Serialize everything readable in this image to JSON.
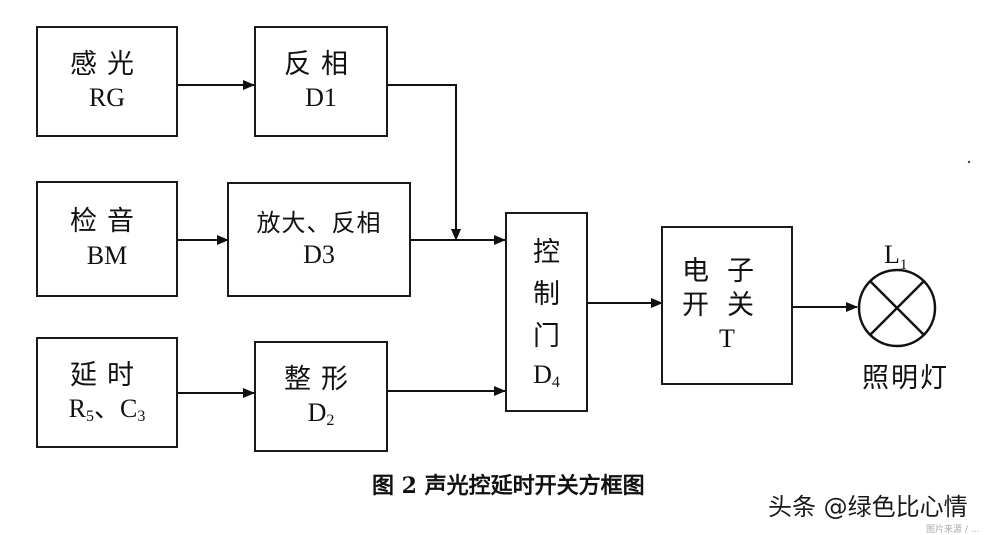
{
  "blocks": {
    "light_sensor": {
      "label": "感光",
      "code": "RG"
    },
    "invert_1": {
      "label": "反相",
      "code": "D1"
    },
    "sound_pickup": {
      "label": "检音",
      "code": "BM"
    },
    "amp_invert": {
      "label": "放大、反相",
      "code": "D3"
    },
    "delay": {
      "label": "延时",
      "code_main": "R",
      "code_sub": "5",
      "code_sep": "、C",
      "code_sub2": "3"
    },
    "shaper": {
      "label": "整形",
      "code_main": "D",
      "code_sub": "2"
    },
    "control_gate": {
      "char1": "控",
      "char2": "制",
      "char3": "门",
      "code_main": "D",
      "code_sub": "4"
    },
    "electronic_switch": {
      "line1": "电子",
      "line2": "开关",
      "code": "T"
    }
  },
  "lamp": {
    "label_main": "L",
    "label_sub": "1",
    "name": "照明灯"
  },
  "caption": "图 2  声光控延时开关方框图",
  "watermark": "头条 @绿色比心情",
  "source_note": "图片来源 / ..."
}
